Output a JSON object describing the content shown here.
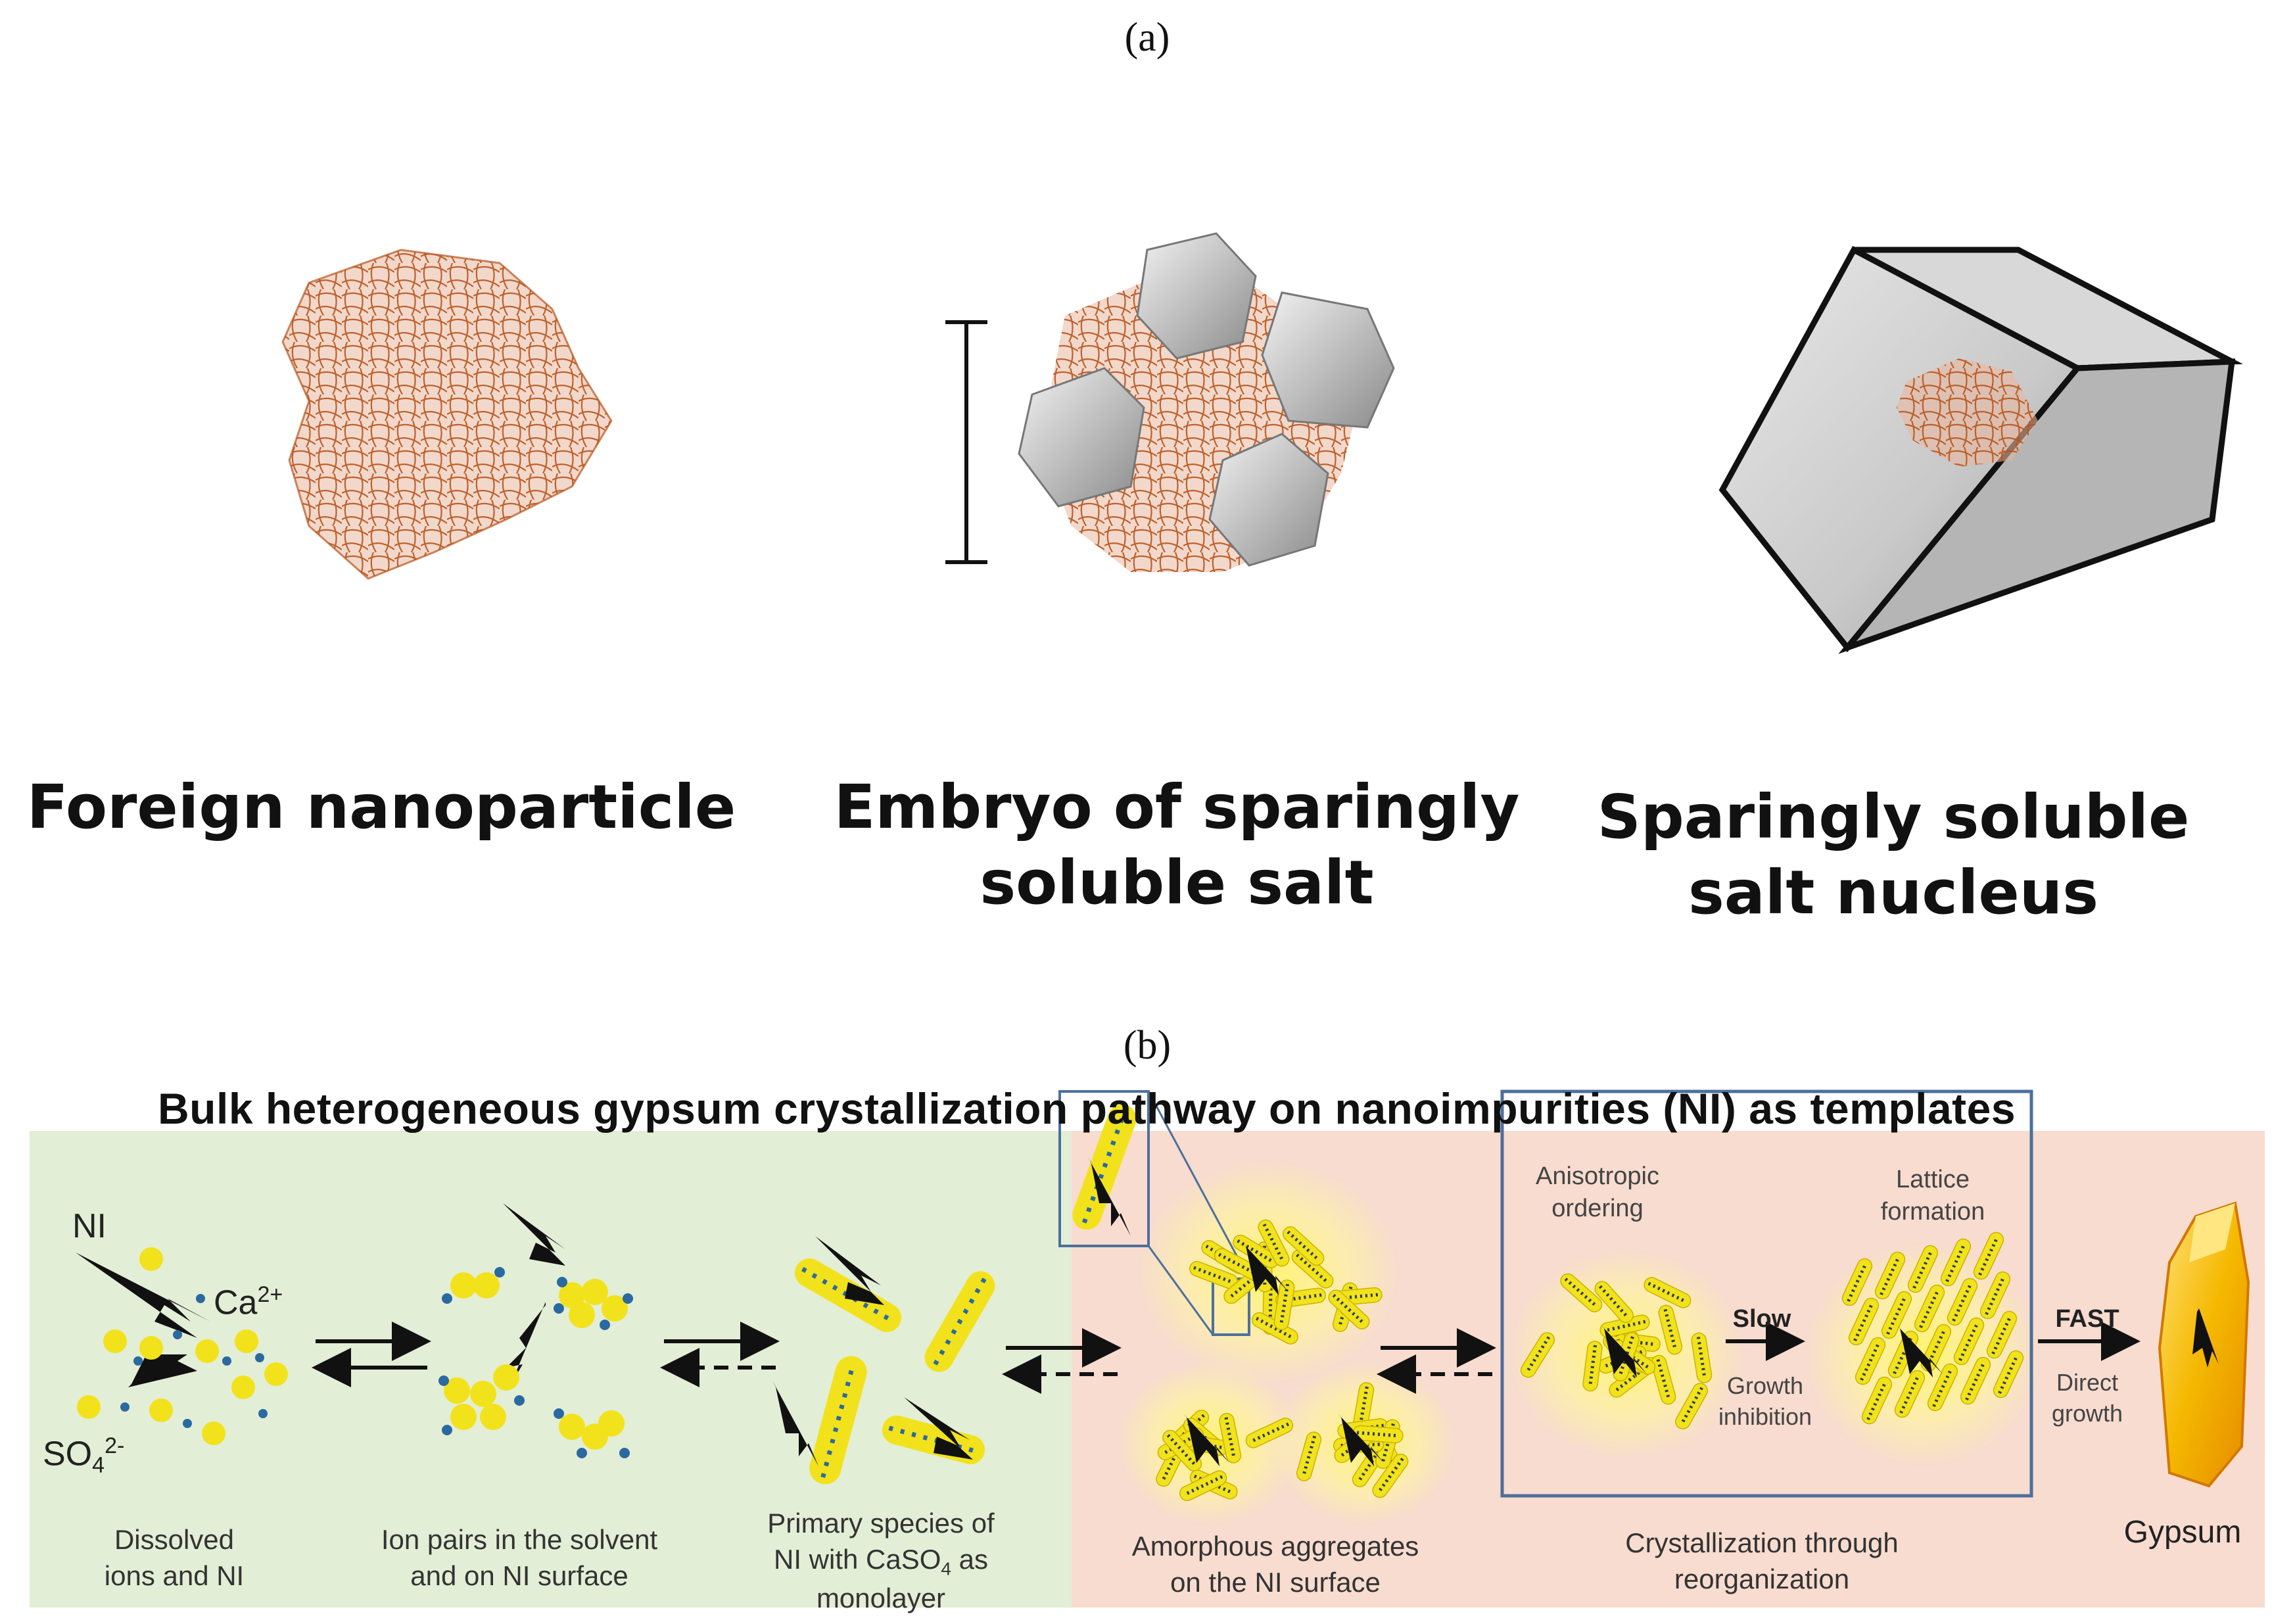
{
  "panel_a": {
    "label": "(a)",
    "captions": {
      "foreign": "Foreign nanoparticle",
      "embryo_line1": "Embryo of sparingly",
      "embryo_line2": "soluble salt",
      "nucleus_line1": "Sparingly soluble",
      "nucleus_line2": "salt nucleus"
    }
  },
  "panel_b": {
    "label": "(b)",
    "title": "Bulk heterogeneous gypsum crystallization pathway on nanoimpurities (NI) as templates",
    "ions": {
      "ni": "NI",
      "ca": "Ca",
      "ca_sup": "2+",
      "so": "SO",
      "so_sub": "4",
      "so_sup": "2-"
    },
    "stages": {
      "s1_l1": "Dissolved",
      "s1_l2": "ions and NI",
      "s2_l1": "Ion pairs in the solvent",
      "s2_l2": "and on NI surface",
      "s3_l1": "Primary species of",
      "s3_l2": "NI with CaSO",
      "s3_sub": "4",
      "s3_l2b": " as",
      "s3_l3": "monolayer",
      "s4_l1": "Amorphous aggregates",
      "s4_l2": "on the NI surface",
      "s5_l1": "Crystallization through",
      "s5_l2": "reorganization",
      "s6": "Gypsum"
    },
    "steps": {
      "anisotropic_l1": "Anisotropic",
      "anisotropic_l2": "ordering",
      "lattice_l1": "Lattice",
      "lattice_l2": "formation",
      "slow": "Slow",
      "growth_l1": "Growth",
      "growth_l2": "inhibition",
      "fast": "FAST",
      "direct_l1": "Direct",
      "direct_l2": "growth"
    },
    "colors": {
      "green_bg": "#e3eed6",
      "pink_bg": "#f7dccf",
      "particle": "#c0642a",
      "ion_yellow": "#f2e21c",
      "ion_blue": "#2b6aa0",
      "box_blue": "#4d6f9c",
      "gypsum": "#f5b800"
    }
  }
}
